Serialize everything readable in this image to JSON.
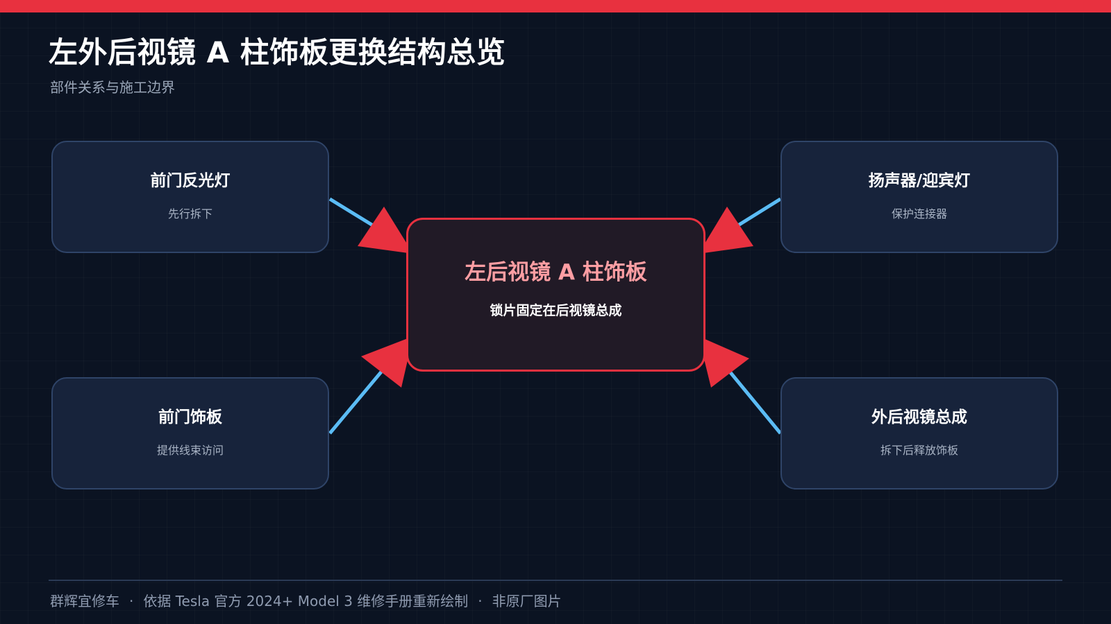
{
  "colors": {
    "background": "#0b1322",
    "accent": "#e8313f",
    "connector": "#5bbcf5",
    "node_fill": "#17233b",
    "node_border": "#2f4468",
    "center_fill": "#211a26",
    "center_title": "#ff9ea3"
  },
  "header": {
    "title": "左外后视镜 A 柱饰板更换结构总览",
    "subtitle": "部件关系与施工边界"
  },
  "center": {
    "title": "左后视镜 A 柱饰板",
    "description": "锁片固定在后视镜总成"
  },
  "nodes": [
    {
      "title": "前门反光灯",
      "description": "先行拆下"
    },
    {
      "title": "扬声器/迎宾灯",
      "description": "保护连接器"
    },
    {
      "title": "前门饰板",
      "description": "提供线束访问"
    },
    {
      "title": "外后视镜总成",
      "description": "拆下后释放饰板"
    }
  ],
  "footer": {
    "brand": "群辉宜修车",
    "separator": "·",
    "source": "依据 Tesla 官方 2024+ Model 3 维修手册重新绘制",
    "note": "非原厂图片"
  }
}
